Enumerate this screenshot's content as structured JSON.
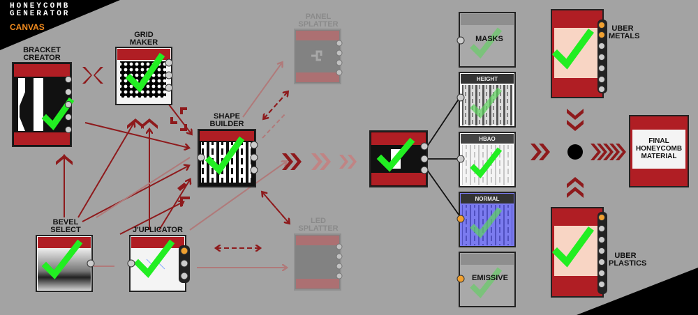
{
  "header": {
    "title_line1": "HONEYCOMB",
    "title_line2": "GENERATOR",
    "subtitle": "CANVAS"
  },
  "nodes": {
    "bracket_creator": {
      "label_line1": "BRACKET",
      "label_line2": "CREATOR"
    },
    "grid_maker": {
      "label_line1": "GRID",
      "label_line2": "MAKER"
    },
    "panel_splatter": {
      "label_line1": "PANEL",
      "label_line2": "SPLATTER"
    },
    "shape_builder": {
      "label_line1": "SHAPE",
      "label_line2": "BUILDER"
    },
    "bevel_select": {
      "label_line1": "BEVEL",
      "label_line2": "SELECT"
    },
    "juplicator": {
      "label": "J'UPLICATOR"
    },
    "led_splatter": {
      "label_line1": "LED",
      "label_line2": "SPLATTER"
    },
    "masks": {
      "label": "MASKS"
    },
    "height": {
      "label": "HEIGHT"
    },
    "hbao": {
      "label": "HBAO"
    },
    "normal": {
      "label": "NORMAL"
    },
    "emissive": {
      "label": "EMISSIVE"
    },
    "uber_metals": {
      "label_line1": "UBER",
      "label_line2": "METALS"
    },
    "uber_plastics": {
      "label_line1": "UBER",
      "label_line2": "PLASTICS"
    },
    "final": {
      "label_line1": "FINAL",
      "label_line2": "HONEYCOMB",
      "label_line3": "MATERIAL"
    }
  },
  "colors": {
    "background": "#a3a3a3",
    "node_red": "#b01e24",
    "node_dark": "#111111",
    "check_green": "#22ee22",
    "arrow_red": "#8e1a1c",
    "faded_node": "#8a8a8a",
    "orange_port": "#f0a030",
    "uber_body": "#f8d5c4"
  },
  "icons": [
    "check-icon",
    "arrow-icon",
    "port-icon",
    "hub-dot-icon"
  ]
}
